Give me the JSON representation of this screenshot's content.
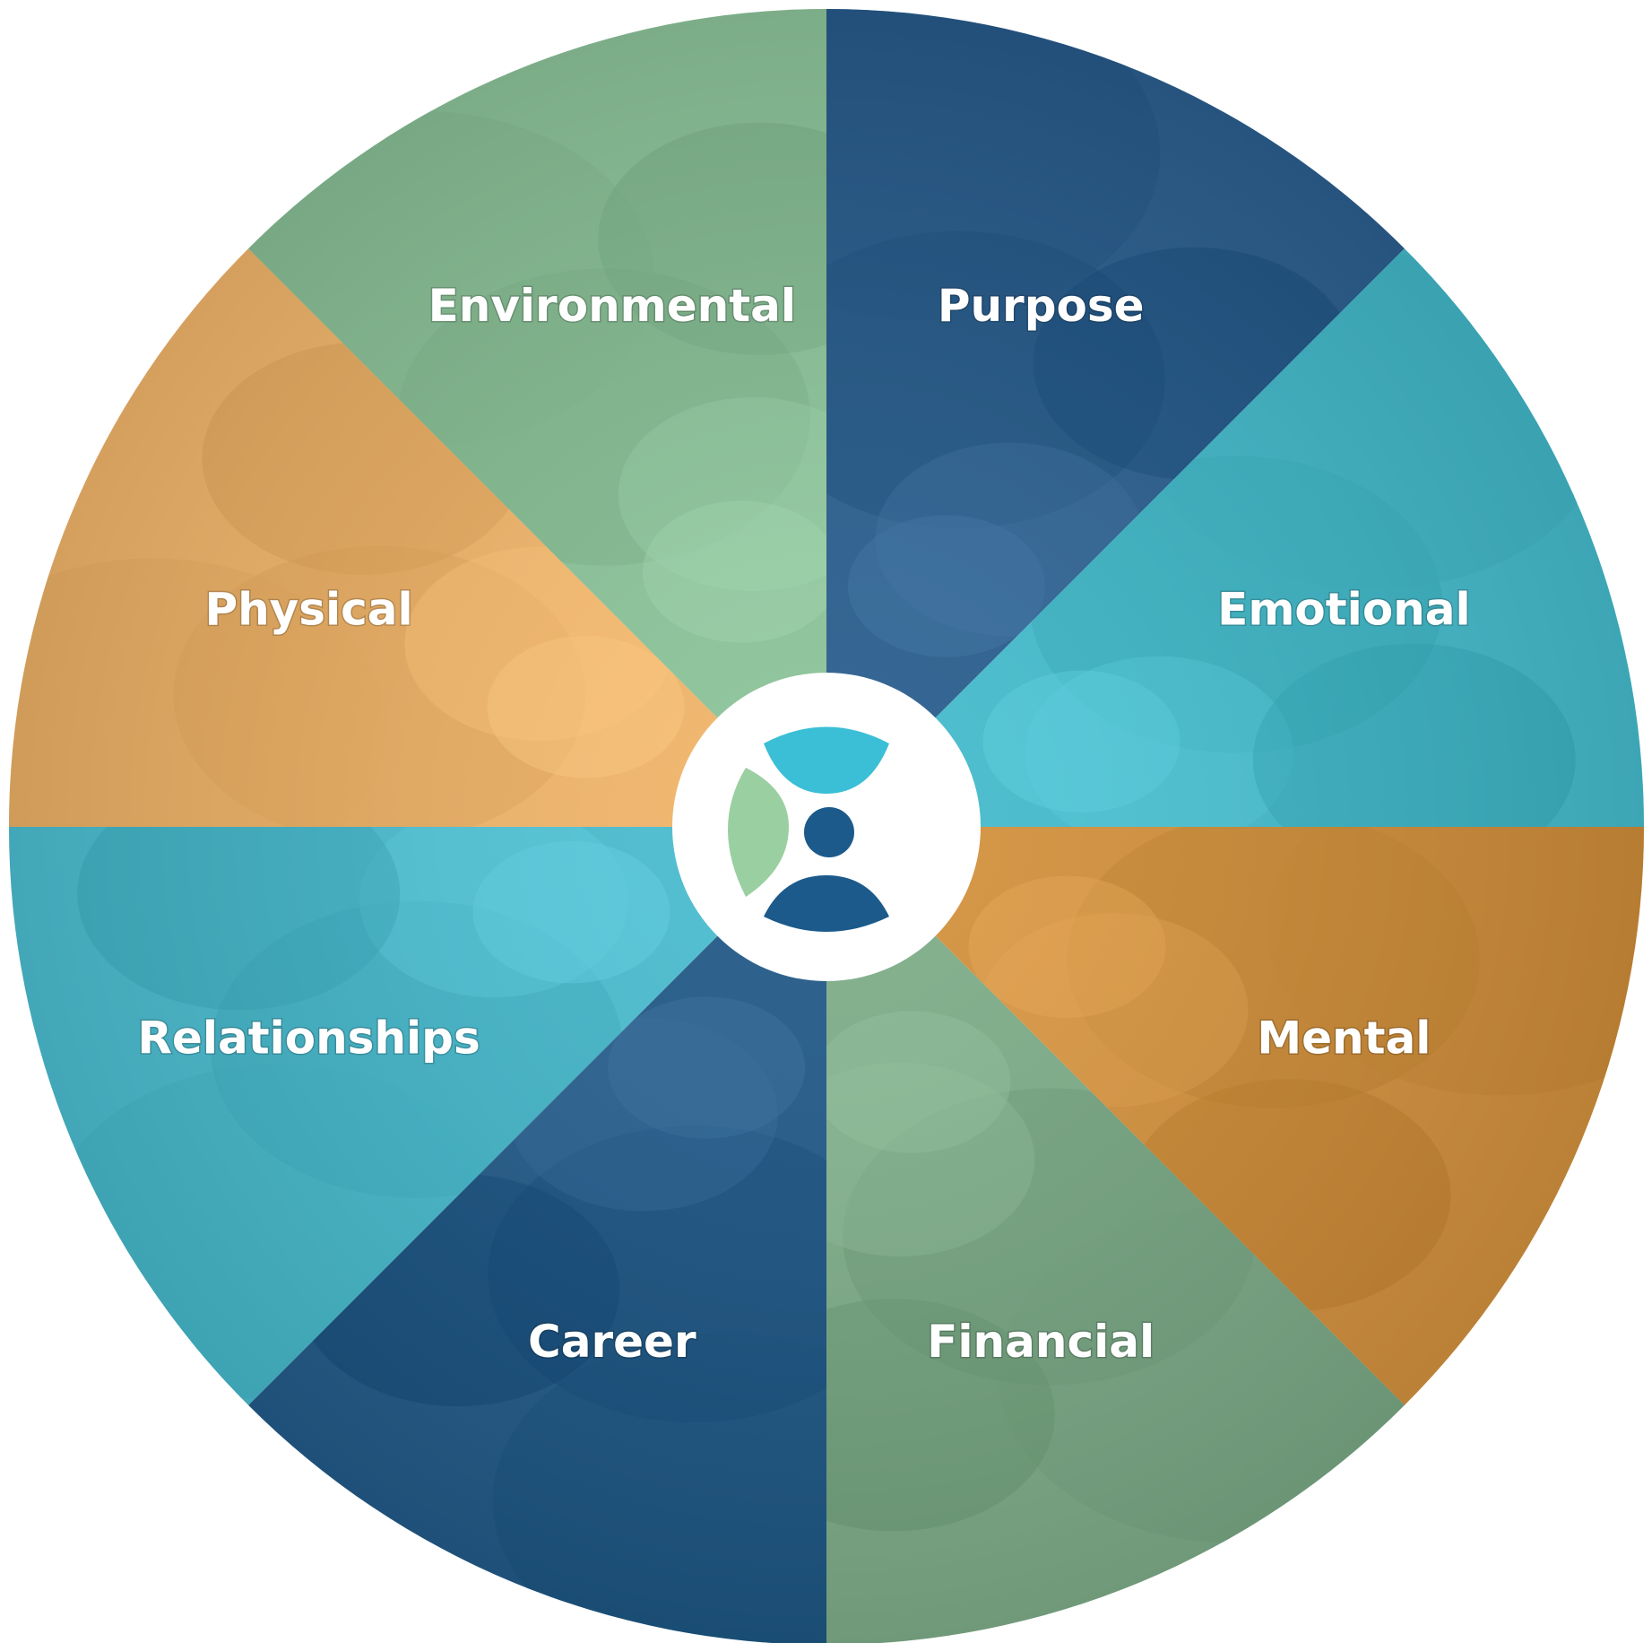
{
  "segments": [
    {
      "id": "purpose",
      "label": "Purpose",
      "color": "#2b5f8f",
      "pattern": "person-profile"
    },
    {
      "id": "emotional",
      "label": "Emotional",
      "color": "#45bccd",
      "pattern": "person-portrait"
    },
    {
      "id": "mental",
      "label": "Mental",
      "color": "#d4923e",
      "pattern": "person-seated"
    },
    {
      "id": "financial",
      "label": "Financial",
      "color": "#7fae8a",
      "pattern": "keypad"
    },
    {
      "id": "career",
      "label": "Career",
      "color": "#235b89",
      "pattern": "people-walking"
    },
    {
      "id": "relationships",
      "label": "Relationships",
      "color": "#4bbdd0",
      "pattern": "hands"
    },
    {
      "id": "physical",
      "label": "Physical",
      "color": "#f1b56a",
      "pattern": "runner"
    },
    {
      "id": "environmental",
      "label": "Environmental",
      "color": "#8cc49a",
      "pattern": "hills-sunrise"
    }
  ],
  "logo": {
    "name": "wellness-wheel-logo",
    "colors": {
      "top": "#3bbfd6",
      "left": "#9acfa2",
      "dot": "#1b5a8b",
      "bottom": "#1b5a8b",
      "background": "#ffffff"
    }
  }
}
